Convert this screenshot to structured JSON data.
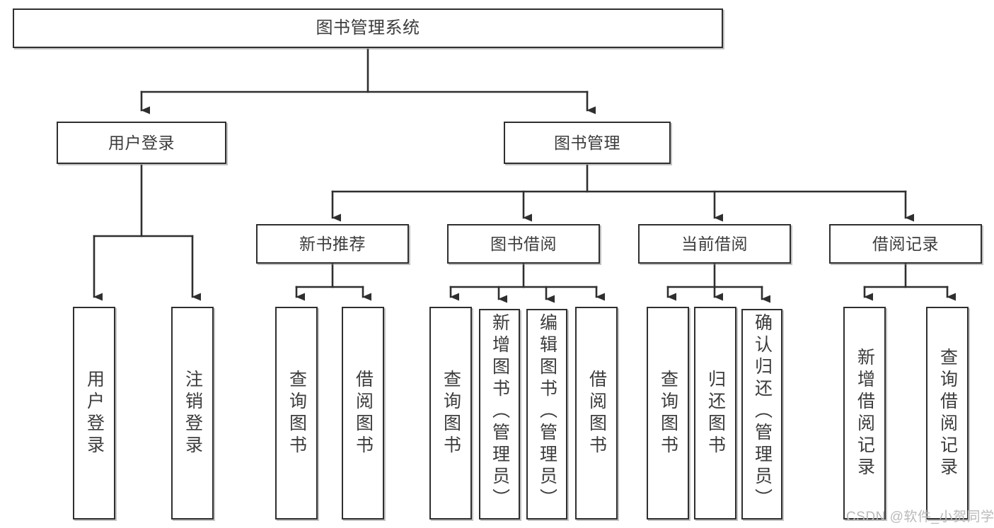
{
  "diagram": {
    "type": "tree-hierarchy",
    "title": "图书管理系统",
    "root": {
      "id": "root",
      "label": "图书管理系统"
    },
    "level2": [
      {
        "id": "user-login",
        "label": "用户登录"
      },
      {
        "id": "book-manage",
        "label": "图书管理"
      }
    ],
    "level3": [
      {
        "id": "new-book-recommend",
        "label": "新书推荐"
      },
      {
        "id": "book-borrow",
        "label": "图书借阅"
      },
      {
        "id": "current-borrow",
        "label": "当前借阅"
      },
      {
        "id": "borrow-record",
        "label": "借阅记录"
      }
    ],
    "leaves": {
      "user_login": [
        {
          "id": "leaf-user-login",
          "label": "用户登录"
        },
        {
          "id": "leaf-logout-login",
          "label": "注销登录"
        }
      ],
      "new_book_recommend": [
        {
          "id": "leaf-query-book-1",
          "label": "查询图书"
        },
        {
          "id": "leaf-borrow-book-1",
          "label": "借阅图书"
        }
      ],
      "book_borrow": [
        {
          "id": "leaf-query-book-2",
          "label": "查询图书"
        },
        {
          "id": "leaf-add-book",
          "label": "新增图书（管理员）"
        },
        {
          "id": "leaf-edit-book",
          "label": "编辑图书（管理员）"
        },
        {
          "id": "leaf-borrow-book-2",
          "label": "借阅图书"
        }
      ],
      "current_borrow": [
        {
          "id": "leaf-query-book-3",
          "label": "查询图书"
        },
        {
          "id": "leaf-return-book",
          "label": "归还图书"
        },
        {
          "id": "leaf-confirm-return",
          "label": "确认归还（管理员）"
        }
      ],
      "borrow_record": [
        {
          "id": "leaf-add-record",
          "label": "新增借阅记录"
        },
        {
          "id": "leaf-query-record",
          "label": "查询借阅记录"
        }
      ]
    },
    "watermark": "CSDN @软件_小贺同学",
    "colors": {
      "box_border": "#2f2f2f",
      "box_fill": "#ffffff",
      "connector": "#2f2f2f",
      "text": "#3c3c3c",
      "watermark": "#b9b9b9",
      "background": "#ffffff"
    }
  }
}
